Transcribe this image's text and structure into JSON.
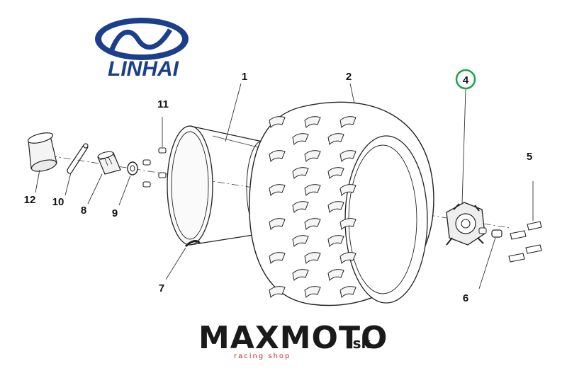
{
  "brand": {
    "name": "LINHAI",
    "color": "#1c3f8c"
  },
  "callouts": {
    "part_1": "1",
    "part_2": "2",
    "part_4": "4",
    "part_5": "5",
    "part_6": "6",
    "part_7": "7",
    "part_8": "8",
    "part_9": "9",
    "part_10": "10",
    "part_11": "11",
    "part_12": "12",
    "highlight_color": "#1fa34a"
  },
  "watermark": {
    "main": "MAXMOTO",
    "suffix": ".sk",
    "tagline": "racing shop",
    "x_color": "#c62828"
  }
}
